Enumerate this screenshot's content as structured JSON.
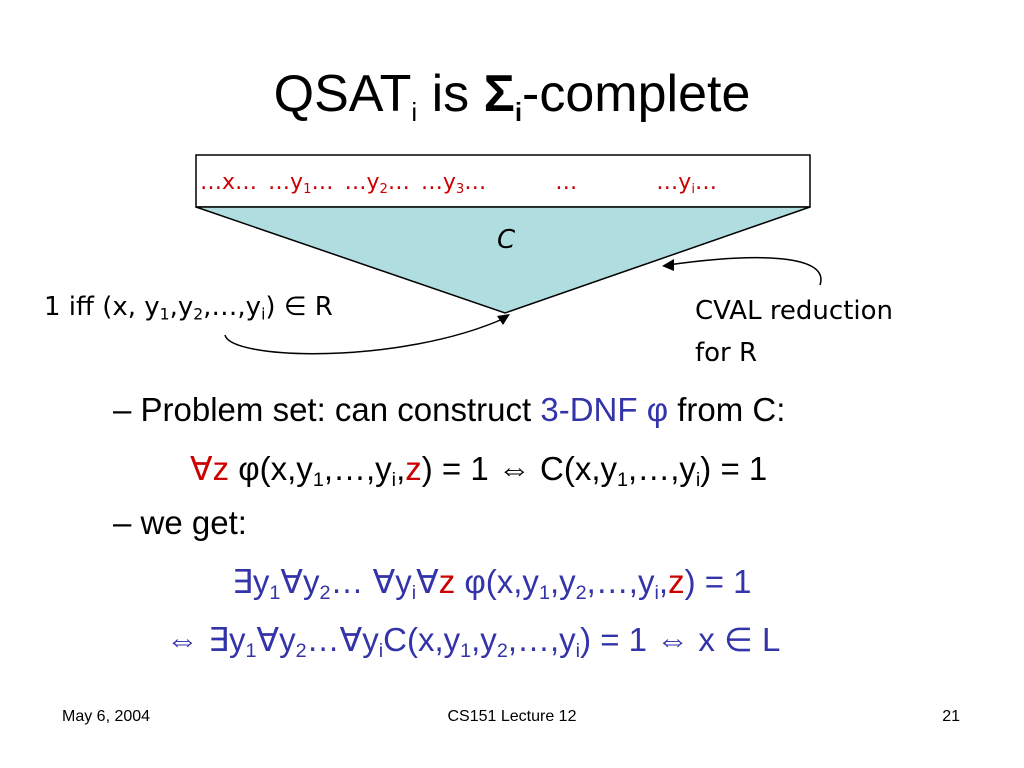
{
  "title": {
    "main": "QSAT",
    "sub": "i",
    "mid": " is ",
    "sigma": "Σ",
    "sigma_sub": "i",
    "suffix": "-complete"
  },
  "diagram": {
    "vars": [
      "…x…",
      "…y",
      "1",
      "…",
      "…y",
      "2",
      "…",
      "…y",
      "3",
      "…",
      "…",
      "…y",
      "i",
      "…"
    ],
    "circuit_label": "C",
    "condition": {
      "pre": "1 iff (x, y",
      "s1": "1",
      "c1": ",y",
      "s2": "2",
      "c2": ",…,y",
      "s3": "i",
      "post": ") ∈ R"
    },
    "cval_line1": "CVAL reduction",
    "cval_line2": "for R"
  },
  "body": {
    "line1": {
      "dash": "– Problem set: can construct ",
      "dnf": "3-DNF φ",
      "rest": " from C:"
    },
    "line2": {
      "forall": "∀",
      "z": "z",
      "phi": " φ(x,y",
      "s1": "1",
      "mid": ",…,y",
      "si": "i",
      "comma": ",",
      "z2": "z",
      "end": ") = 1 ⇔ C(x,y",
      "s2": "1",
      "mid2": ",…,y",
      "si2": "i",
      "end2": ") = 1"
    },
    "line3": "– we get:",
    "line4": {
      "a": "∃y",
      "s1": "1",
      "b": "∀y",
      "s2": "2",
      "c": "… ∀y",
      "si": "i",
      "d": "∀",
      "z": "z",
      "e": " φ(x,y",
      "s3": "1",
      "f": ",y",
      "s4": "2",
      "g": ",…,y",
      "si2": "i",
      "h": ",",
      "z2": "z",
      "i": ") = 1"
    },
    "line5": {
      "a": "⇔ ∃y",
      "s1": "1",
      "b": "∀y",
      "s2": "2",
      "c": "…∀y",
      "si": "i",
      "d": "C(x,y",
      "s3": "1",
      "e": ",y",
      "s4": "2",
      "f": ",…,y",
      "si2": "i",
      "g": ") = 1 ⇔ x ∈ L"
    }
  },
  "footer": {
    "date": "May 6, 2004",
    "course": "CS151 Lecture 12",
    "page": "21"
  },
  "colors": {
    "red": "#cc0000",
    "blue": "#3333aa",
    "triangle_fill": "#b0dde0"
  }
}
